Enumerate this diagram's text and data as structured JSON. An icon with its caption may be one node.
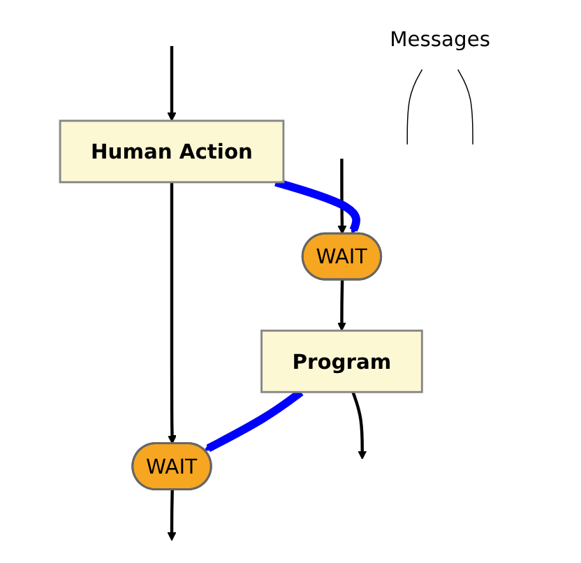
{
  "diagram": {
    "nodes": [
      {
        "text": [
          "Human Action"
        ]
      },
      {
        "text": [
          "WAIT"
        ]
      },
      {
        "text": [
          "Messages"
        ]
      },
      {
        "text": [
          "WAIT"
        ]
      },
      {
        "text": [
          "Program"
        ]
      }
    ],
    "edges": [
      {
        "from": null,
        "to": 0,
        "arrow": "to"
      },
      {
        "from": 0,
        "to": 3,
        "arrow": "to"
      },
      {
        "from": 3,
        "to": null,
        "arrow": "to"
      },
      {
        "from": null,
        "to": 1,
        "arrow": "to"
      },
      {
        "from": 1,
        "to": 4,
        "arrow": "to"
      },
      {
        "from": 4,
        "to": null,
        "arrow": "to"
      },
      {
        "from": 0,
        "to": 1,
        "arrow": "to",
        "style": "thick",
        "color": "#0000ff"
      },
      {
        "from": 4,
        "to": 3,
        "arrow": "to",
        "style": "thick",
        "color": "#0000ff"
      },
      {
        "from": 2,
        "to": null,
        "arrow": "none"
      },
      {
        "from": 2,
        "to": null,
        "arrow": "none"
      }
    ]
  }
}
